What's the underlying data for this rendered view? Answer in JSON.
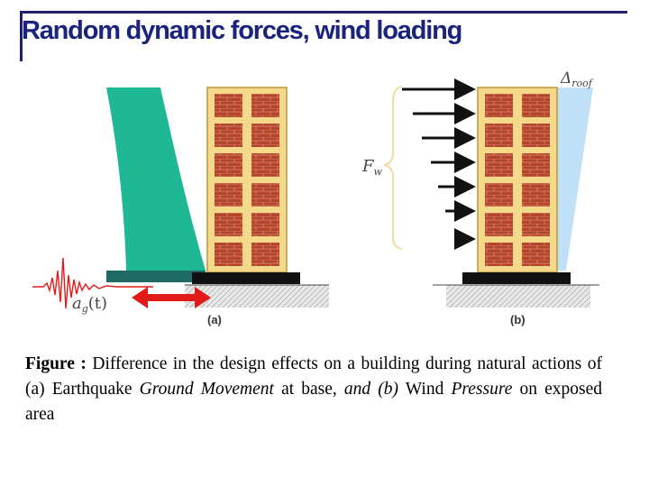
{
  "title": "Random dynamic forces, wind  loading",
  "diagram": {
    "label_a": "(a)",
    "label_b": "(b)",
    "ground_accel_label": "a",
    "ground_accel_sub": "g",
    "ground_accel_arg": "(t)",
    "wind_force_label": "F",
    "wind_force_sub": "w",
    "roof_drift_label": "Δ",
    "roof_drift_sub": "roof",
    "colors": {
      "building_frame": "#f5d98b",
      "brick": "#b5442c",
      "displaced_shape": "#1fb894",
      "base": "#111111",
      "arrow_red": "#e21a1a",
      "wind_arrow": "#111111",
      "drift_wedge": "#bfe0f7",
      "brace": "#f0dca0"
    }
  },
  "caption": {
    "lead": "Figure :",
    "part1": " Difference in the design effects on a building during natural actions of (a) Earthquake ",
    "em1": "Ground Movement",
    "part2": " at base",
    "em2": ", and (b)",
    "part3": " Wind ",
    "em3": "Pressure",
    "part4": " on exposed area"
  }
}
